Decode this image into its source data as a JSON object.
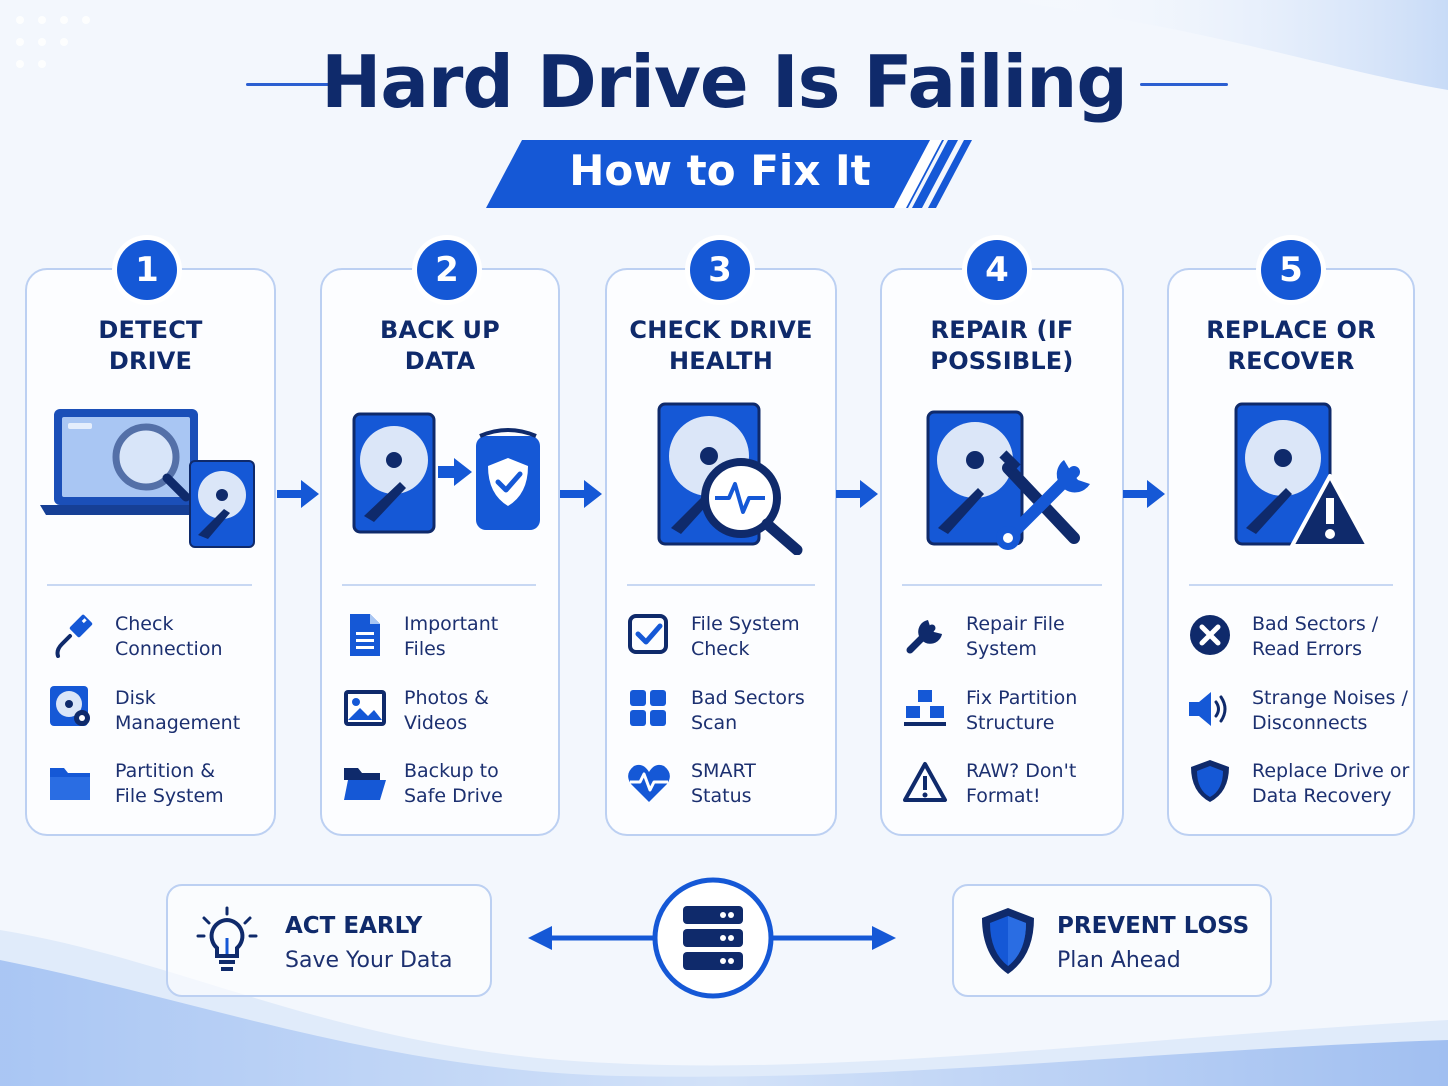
{
  "header": {
    "title": "Hard Drive Is Failing",
    "subtitle": "How to Fix It"
  },
  "colors": {
    "primary": "#1558d6",
    "navy": "#0f2a6b",
    "card_border": "#bcd0f2",
    "background": "#f3f7fd"
  },
  "steps": [
    {
      "number": "1",
      "title_line1": "DETECT",
      "title_line2": "DRIVE",
      "illustration": "laptop-magnifier-drive",
      "items": [
        {
          "icon": "usb-cable-icon",
          "line1": "Check",
          "line2": "Connection"
        },
        {
          "icon": "disk-gear-icon",
          "line1": "Disk",
          "line2": "Management"
        },
        {
          "icon": "folder-icon",
          "line1": "Partition &",
          "line2": "File System"
        }
      ]
    },
    {
      "number": "2",
      "title_line1": "BACK UP",
      "title_line2": "DATA",
      "illustration": "drive-to-backup",
      "items": [
        {
          "icon": "document-icon",
          "line1": "Important",
          "line2": "Files"
        },
        {
          "icon": "image-icon",
          "line1": "Photos &",
          "line2": "Videos"
        },
        {
          "icon": "open-folder-icon",
          "line1": "Backup to",
          "line2": "Safe Drive"
        }
      ]
    },
    {
      "number": "3",
      "title_line1": "CHECK DRIVE",
      "title_line2": "HEALTH",
      "illustration": "drive-pulse-magnifier",
      "items": [
        {
          "icon": "checkbox-icon",
          "line1": "File System",
          "line2": "Check"
        },
        {
          "icon": "grid-icon",
          "line1": "Bad Sectors",
          "line2": "Scan"
        },
        {
          "icon": "heartbeat-icon",
          "line1": "SMART",
          "line2": "Status"
        }
      ]
    },
    {
      "number": "4",
      "title_line1": "REPAIR (IF",
      "title_line2": "POSSIBLE)",
      "illustration": "drive-tools",
      "items": [
        {
          "icon": "wrench-icon",
          "line1": "Repair File",
          "line2": "System"
        },
        {
          "icon": "blocks-icon",
          "line1": "Fix Partition",
          "line2": "Structure"
        },
        {
          "icon": "warning-icon",
          "line1": "RAW? Don't",
          "line2": "Format!"
        }
      ]
    },
    {
      "number": "5",
      "title_line1": "REPLACE OR",
      "title_line2": "RECOVER",
      "illustration": "drive-warning",
      "items": [
        {
          "icon": "x-circle-icon",
          "line1": "Bad Sectors /",
          "line2": "Read Errors"
        },
        {
          "icon": "speaker-icon",
          "line1": "Strange Noises /",
          "line2": "Disconnects"
        },
        {
          "icon": "shield-icon",
          "line1": "Replace Drive or",
          "line2": "Data Recovery"
        }
      ]
    }
  ],
  "footer": {
    "left": {
      "icon": "lightbulb-icon",
      "title": "ACT EARLY",
      "subtitle": "Save Your Data"
    },
    "center": {
      "icon": "server-icon"
    },
    "right": {
      "icon": "shield-icon",
      "title": "PREVENT LOSS",
      "subtitle": "Plan Ahead"
    }
  }
}
